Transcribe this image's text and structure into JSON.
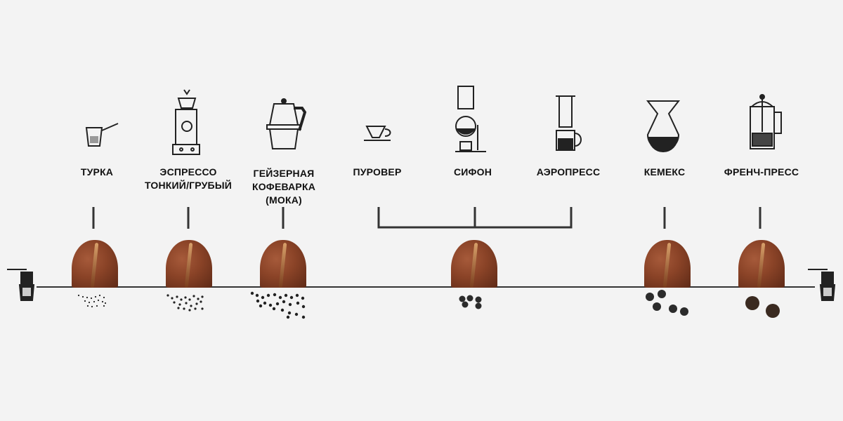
{
  "methods": [
    {
      "id": "turka",
      "lines": [
        "ТУРКА"
      ],
      "icon": "turkish-cezve-icon",
      "grind": "extra-fine"
    },
    {
      "id": "espresso",
      "lines": [
        "ЭСПРЕССО",
        "ТОНКИЙ/ГРУБЫЙ"
      ],
      "icon": "espresso-machine-icon",
      "grind": "fine"
    },
    {
      "id": "moka",
      "lines": [
        "ГЕЙЗЕРНАЯ",
        "КОФЕВАРКА",
        "(МОКА)"
      ],
      "icon": "moka-pot-icon",
      "grind": "medium-fine"
    },
    {
      "id": "pourover",
      "lines": [
        "ПУРОВЕР"
      ],
      "icon": "pour-over-dripper-icon",
      "grind": "medium"
    },
    {
      "id": "siphon",
      "lines": [
        "СИФОН"
      ],
      "icon": "siphon-brewer-icon",
      "grind": "medium"
    },
    {
      "id": "aeropress",
      "lines": [
        "АЭРОПРЕСС"
      ],
      "icon": "aeropress-icon",
      "grind": "medium"
    },
    {
      "id": "chemex",
      "lines": [
        "КЕМЕКС"
      ],
      "icon": "chemex-icon",
      "grind": "medium-coarse"
    },
    {
      "id": "frenchpress",
      "lines": [
        "ФРЕНЧ-ПРЕСС"
      ],
      "icon": "french-press-icon",
      "grind": "coarse"
    }
  ],
  "colors": {
    "background": "#f3f3f3",
    "line": "#333333",
    "text": "#111111",
    "bean": "#8a4327"
  }
}
